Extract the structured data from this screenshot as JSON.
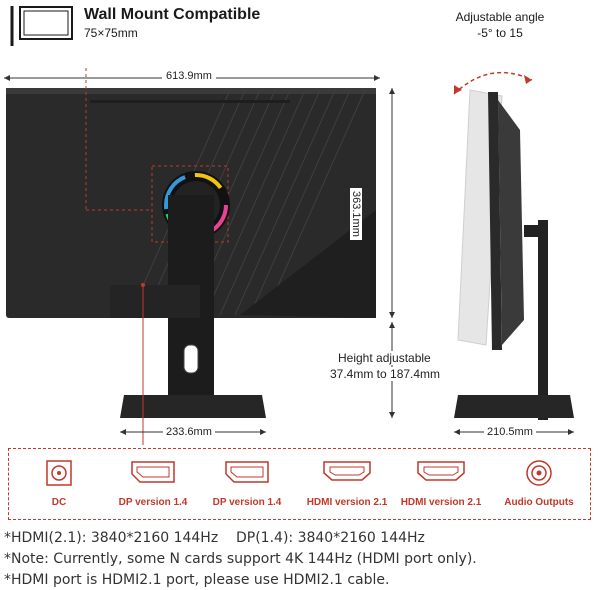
{
  "header": {
    "wall_mount_title": "Wall Mount Compatible",
    "wall_mount_size": "75×75mm",
    "adjust_title": "Adjustable angle",
    "adjust_range": "-5° to 15"
  },
  "dimensions": {
    "width": "613.9mm",
    "height": "363.1mm",
    "base_width": "233.6mm",
    "side_base_width": "210.5mm",
    "height_adjust_title": "Height adjustable",
    "height_adjust_range": "37.4mm to 187.4mm"
  },
  "ports": [
    {
      "label": "DC",
      "icon": "dc-jack-icon"
    },
    {
      "label": "DP version 1.4",
      "icon": "displayport-icon"
    },
    {
      "label": "DP version 1.4",
      "icon": "displayport-icon"
    },
    {
      "label": "HDMI version 2.1",
      "icon": "hdmi-icon"
    },
    {
      "label": "HDMI version 2.1",
      "icon": "hdmi-icon"
    },
    {
      "label": "Audio Outputs",
      "icon": "audio-jack-icon"
    }
  ],
  "notes": {
    "line1_a": "*HDMI(2.1): 3840*2160 144Hz",
    "line1_b": "DP(1.4): 3840*2160 144Hz",
    "line2": "*Note: Currently, some N cards support 4K 144Hz (HDMI port only).",
    "line3": "*HDMI port is HDMI2.1 port, please use HDMI2.1 cable."
  },
  "colors": {
    "accent": "#c0392b",
    "monitor": "#2b2b2b"
  }
}
